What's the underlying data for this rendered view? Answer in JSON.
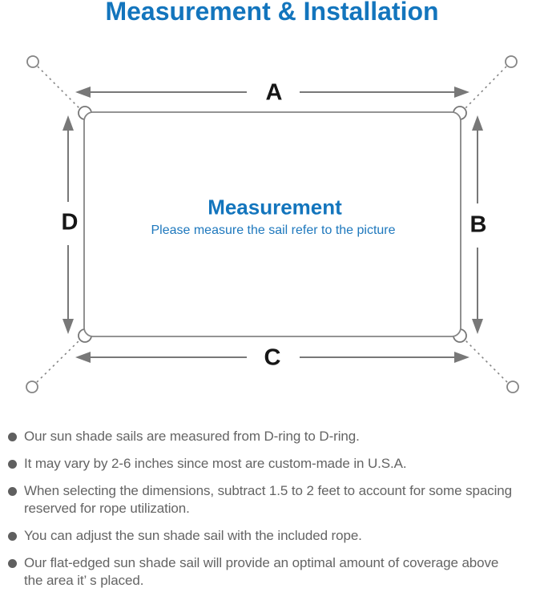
{
  "title": "Measurement & Installation",
  "diagram": {
    "labels": {
      "a": "A",
      "b": "B",
      "c": "C",
      "d": "D"
    },
    "center_title": "Measurement",
    "center_subtitle": "Please measure the sail refer to the picture"
  },
  "notes": {
    "items": [
      "Our sun shade sails are measured from D-ring to D-ring.",
      "It may vary by 2-6 inches since most are custom-made in U.S.A.",
      "When selecting the dimensions, subtract 1.5 to 2 feet to account for some spacing\nreserved for rope utilization.",
      "You can adjust the sun shade sail with the included rope.",
      "Our flat-edged sun shade sail will provide an optimal amount of coverage above\nthe area it’ s placed."
    ]
  },
  "colors": {
    "accent": "#1375bd",
    "accent2": "#1e78bd",
    "line": "#858585",
    "arrow": "#787878",
    "label": "#161616",
    "note-dot": "#5f5f5f",
    "note-text": "#646464"
  }
}
